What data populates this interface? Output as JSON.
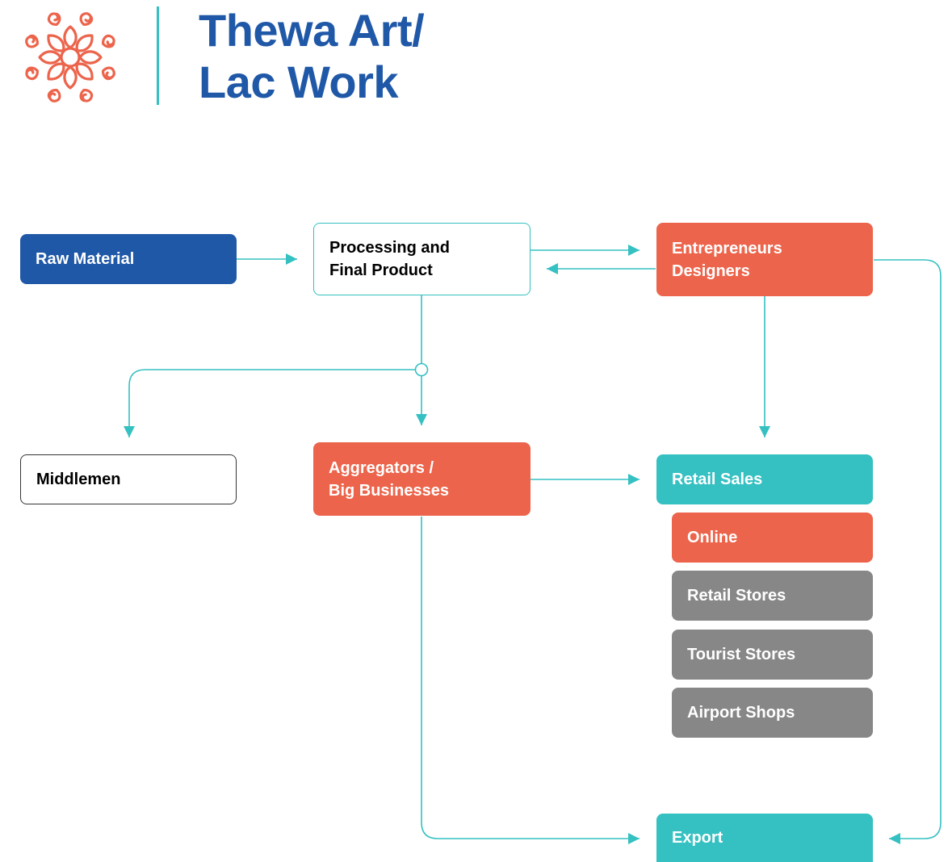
{
  "title": {
    "line1": "Thewa Art/",
    "line2": "Lac Work"
  },
  "logo": {
    "icon": "flower-ornament-icon",
    "color": "#ec644b"
  },
  "colors": {
    "blue": "#2058a8",
    "orange": "#ec644b",
    "teal": "#35c0c2",
    "gray": "#878787"
  },
  "nodes": {
    "raw_material": "Raw Material",
    "processing": {
      "line1": "Processing and",
      "line2": "Final Product"
    },
    "entrepreneurs": {
      "line1": "Entrepreneurs",
      "line2": "Designers"
    },
    "middlemen": "Middlemen",
    "aggregators": {
      "line1": "Aggregators /",
      "line2": "Big Businesses"
    },
    "retail_sales": "Retail Sales",
    "retail_channels": [
      "Online",
      "Retail Stores",
      "Tourist Stores",
      "Airport Shops"
    ],
    "export": "Export"
  }
}
